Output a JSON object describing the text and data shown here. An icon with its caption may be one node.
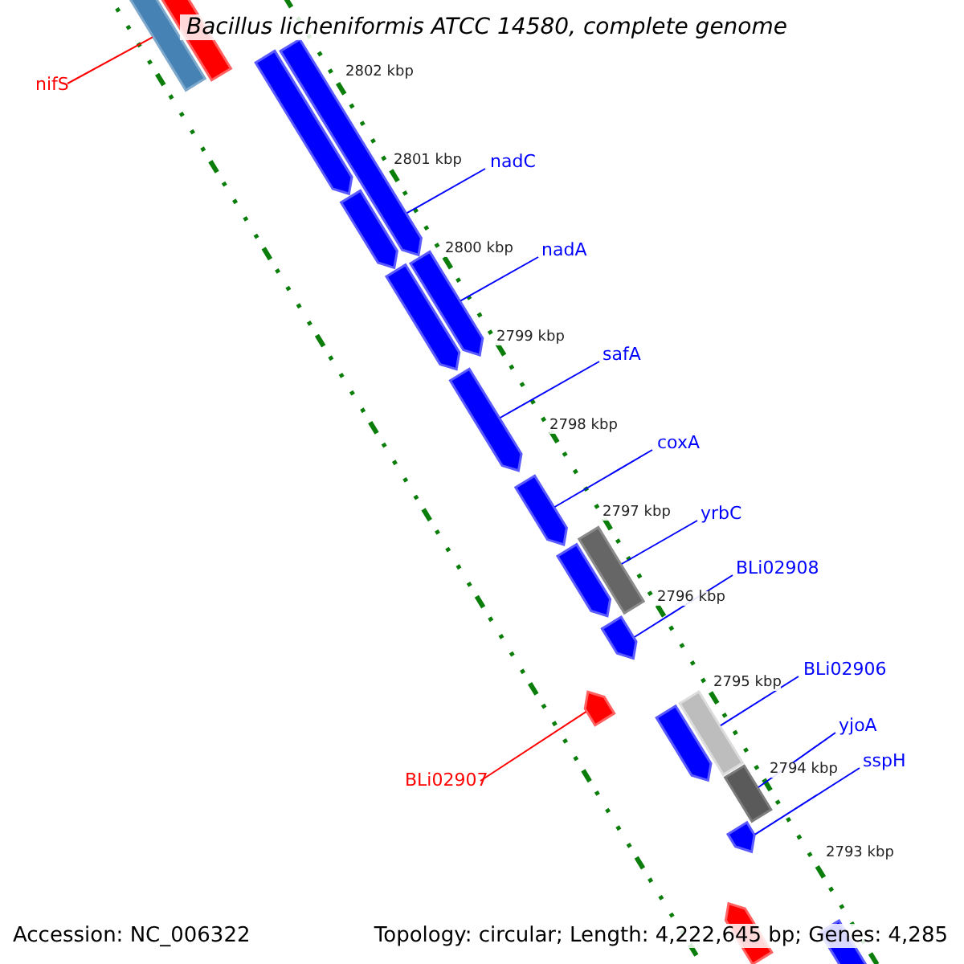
{
  "diagram": {
    "title": "Bacillus licheniformis ATCC 14580, complete genome",
    "nodes": [
      {
        "text": [
          "nifS"
        ]
      },
      {
        "text": [],
        "shape": "bar"
      },
      {
        "text": [
          "nadC"
        ]
      },
      {
        "text": [],
        "shape": "pentagon"
      },
      {
        "text": [
          "nadA"
        ]
      },
      {
        "text": [],
        "shape": "pentagon"
      },
      {
        "text": [
          "safA"
        ]
      },
      {
        "text": [],
        "shape": "pentagon"
      },
      {
        "text": [
          "coxA"
        ]
      },
      {
        "text": [],
        "shape": "pentagon"
      },
      {
        "text": [
          "yrbC"
        ]
      },
      {
        "text": [],
        "shape": "bar"
      },
      {
        "text": [
          "BLi02908"
        ]
      },
      {
        "text": [],
        "shape": "pentagon"
      },
      {
        "text": [
          "BLi02906"
        ]
      },
      {
        "text": [],
        "shape": "bar"
      },
      {
        "text": [
          "yjoA"
        ]
      },
      {
        "text": [],
        "shape": "bar"
      },
      {
        "text": [
          "sspH"
        ]
      },
      {
        "text": [],
        "shape": "pentagon"
      },
      {
        "text": [
          "BLi02907"
        ]
      },
      {
        "text": [],
        "shape": "pentagon"
      },
      {
        "text": [],
        "shape": "pentagon"
      },
      {
        "text": [],
        "shape": "pentagon"
      },
      {
        "text": [],
        "shape": "pentagon"
      },
      {
        "text": [],
        "shape": "pentagon"
      },
      {
        "text": [],
        "shape": "pentagon"
      },
      {
        "text": [],
        "shape": "pentagon"
      },
      {
        "text": [],
        "shape": "pentagon"
      },
      {
        "text": [],
        "shape": "pentagon"
      }
    ],
    "edges": [
      {
        "from": 0,
        "to": 1,
        "arrow": "none",
        "color": "#ff0000"
      },
      {
        "from": 2,
        "to": 3,
        "arrow": "none"
      },
      {
        "from": 4,
        "to": 5,
        "arrow": "none"
      },
      {
        "from": 6,
        "to": 7,
        "arrow": "none"
      },
      {
        "from": 8,
        "to": 9,
        "arrow": "none"
      },
      {
        "from": 10,
        "to": 11,
        "arrow": "none"
      },
      {
        "from": 12,
        "to": 13,
        "arrow": "none"
      },
      {
        "from": 14,
        "to": 15,
        "arrow": "none"
      },
      {
        "from": 16,
        "to": 17,
        "arrow": "none"
      },
      {
        "from": 18,
        "to": 19,
        "arrow": "none"
      },
      {
        "from": 20,
        "to": 21,
        "arrow": "none",
        "color": "#ff0000"
      }
    ],
    "labels": [
      "2802 kbp",
      "2801 kbp",
      "2800 kbp",
      "2799 kbp",
      "2798 kbp",
      "2797 kbp",
      "2796 kbp",
      "2795 kbp",
      "2794 kbp",
      "2793 kbp",
      "Accession: NC_006322",
      "Topology: circular; Length: 4,222,645 bp; Genes: 4,285"
    ]
  }
}
